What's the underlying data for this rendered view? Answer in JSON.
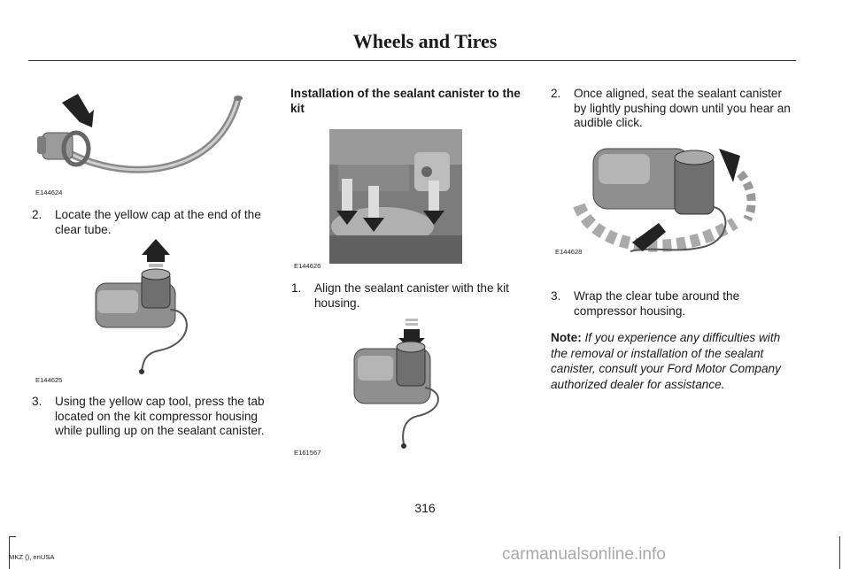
{
  "header": {
    "title": "Wheels and Tires"
  },
  "column1": {
    "fig1_code": "E144624",
    "step2": {
      "num": "2.",
      "text": "Locate the yellow cap at the end of the clear tube."
    },
    "fig2_code": "E144625",
    "step3": {
      "num": "3.",
      "text": "Using the yellow cap tool, press the tab located on the kit compressor housing while pulling up on the sealant canister."
    }
  },
  "column2": {
    "heading": "Installation of the sealant canister to the kit",
    "fig3_code": "E144626",
    "step1": {
      "num": "1.",
      "text": "Align the sealant canister with the kit housing."
    },
    "fig4_code": "E161567"
  },
  "column3": {
    "step2": {
      "num": "2.",
      "text": "Once aligned, seat the sealant canister by lightly pushing down until you hear an audible click."
    },
    "fig5_code": "E144628",
    "step3": {
      "num": "3.",
      "text": "Wrap the clear tube around the compressor housing."
    },
    "note_label": "Note:",
    "note_text": "If you experience any difficulties with the removal or installation of the sealant canister, consult your Ford Motor Company authorized dealer for assistance."
  },
  "page_number": "316",
  "footer": "MKZ (), enUSA",
  "watermark": "carmanualsonline.info"
}
